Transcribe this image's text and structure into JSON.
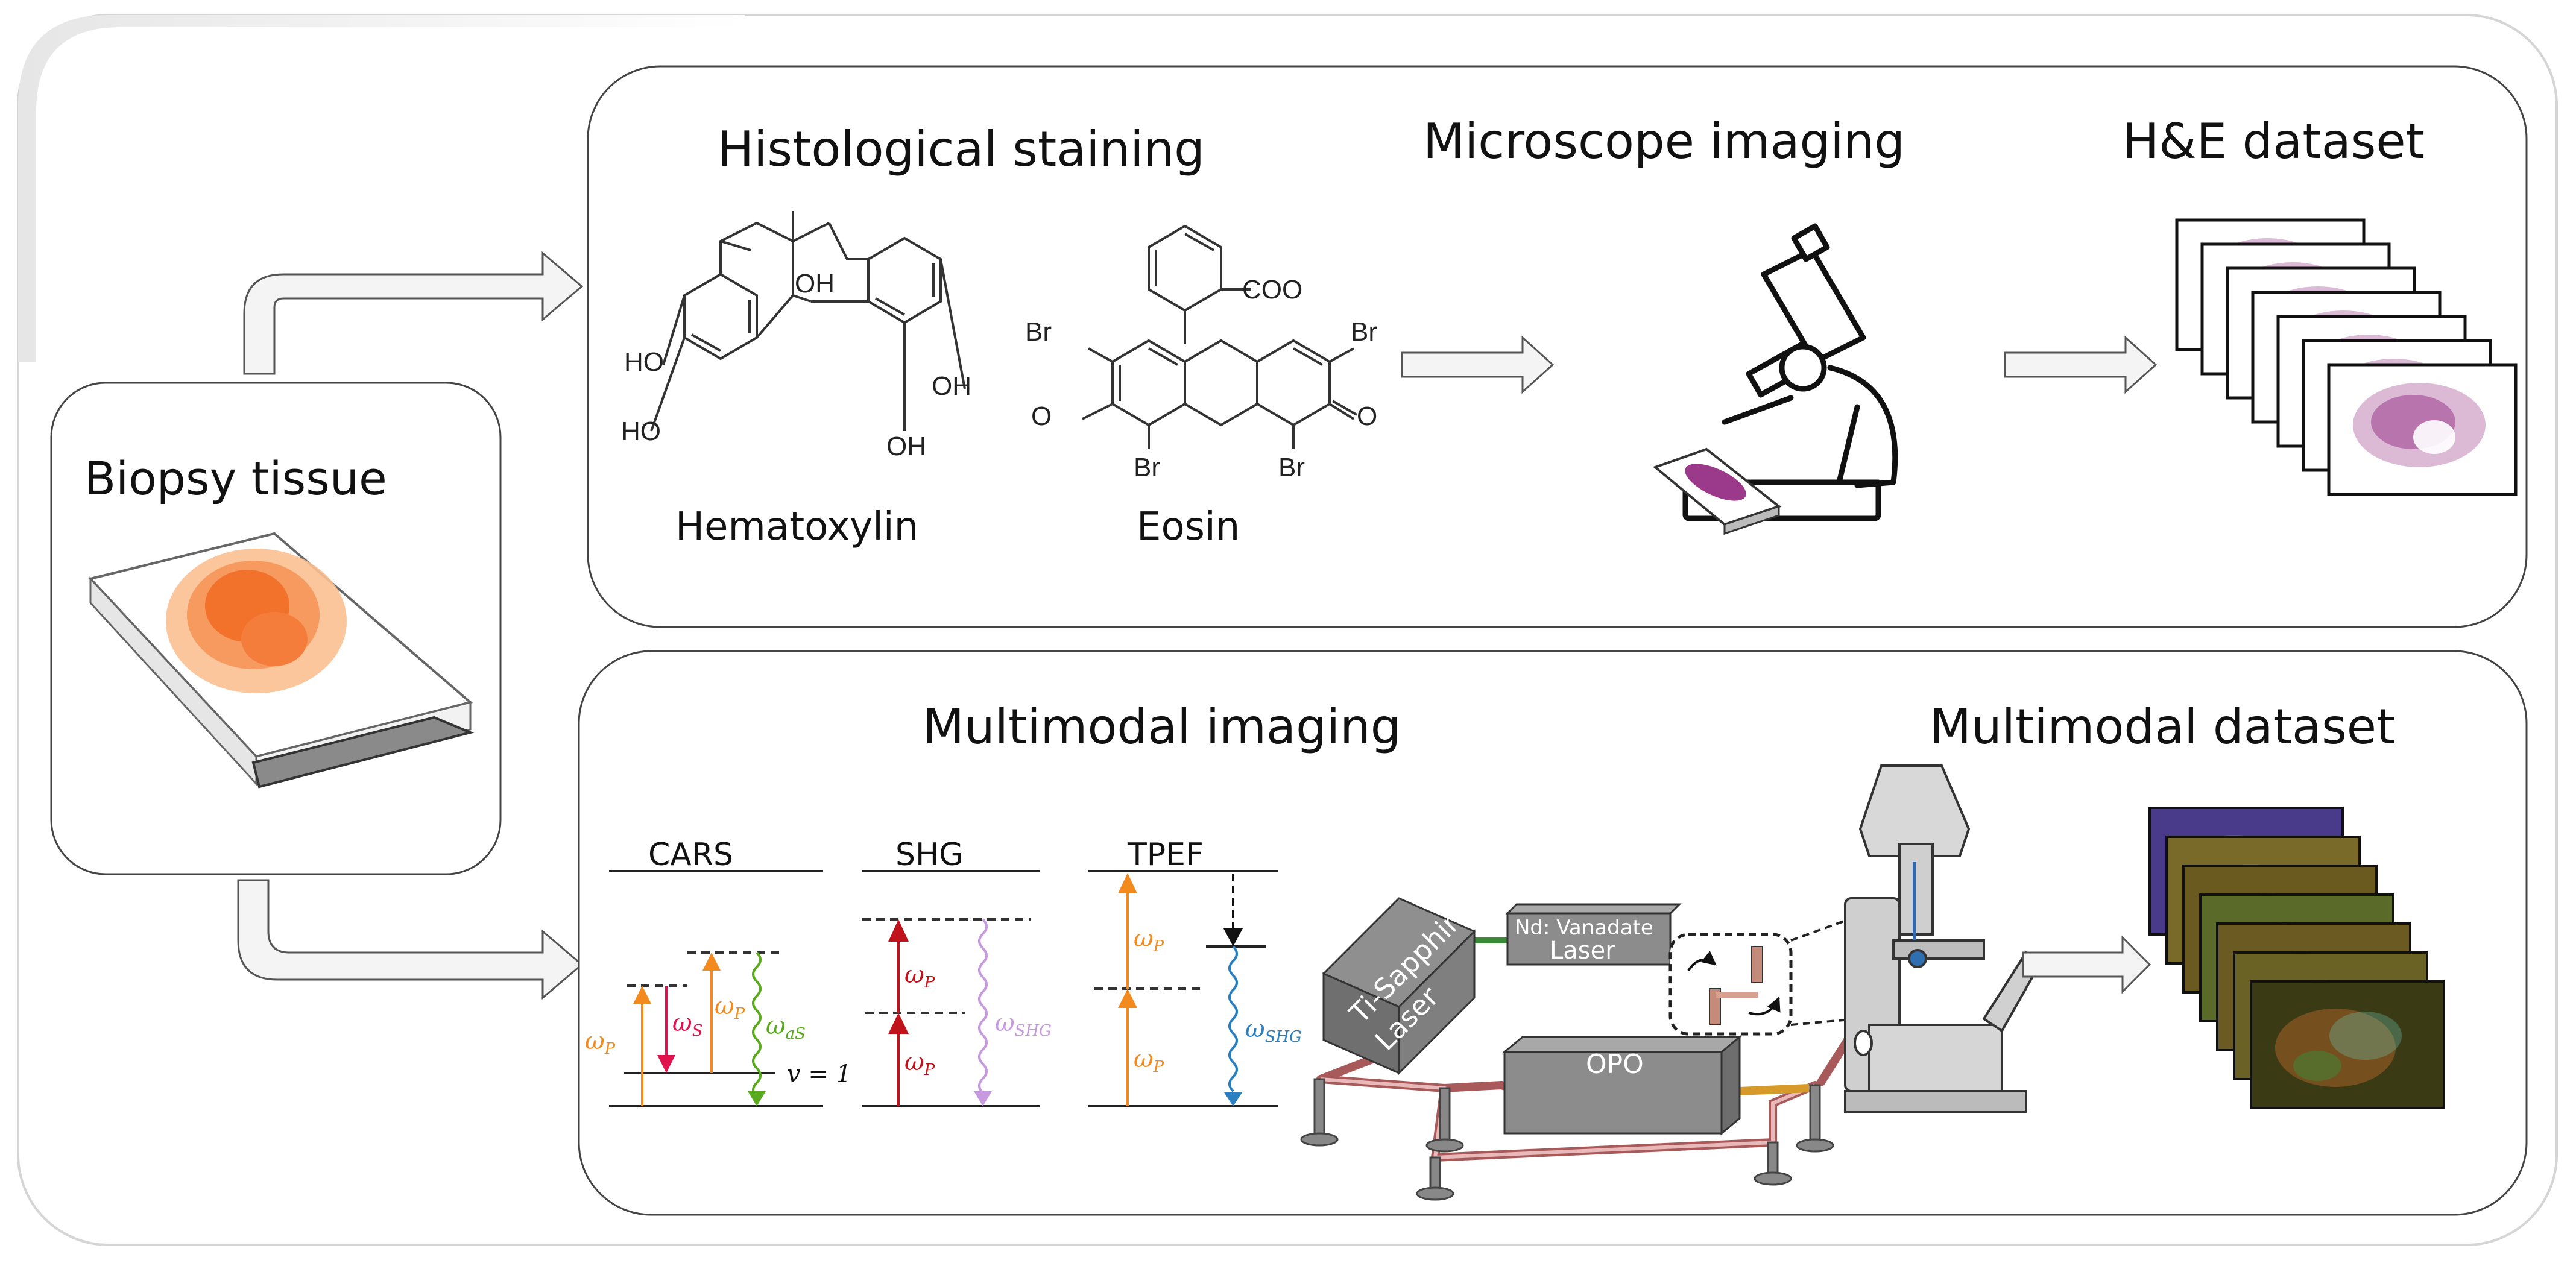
{
  "left_panel": {
    "title": "Biopsy tissue"
  },
  "top_panel": {
    "staining_title": "Histological staining",
    "hematoxylin_label": "Hematoxylin",
    "eosin_label": "Eosin",
    "microscope_title": "Microscope imaging",
    "dataset_title": "H&E dataset",
    "hematoxylin_groups": [
      "OH",
      "HO",
      "OH",
      "HO",
      "OH"
    ],
    "eosin_groups": {
      "carboxylate": "COO",
      "bromine": "Br",
      "ketone": "O",
      "oxide": "O"
    }
  },
  "bottom_panel": {
    "imaging_title": "Multimodal imaging",
    "dataset_title": "Multimodal dataset",
    "cars_label": "CARS",
    "shg_label": "SHG",
    "tpef_label": "TPEF",
    "cars_symbols": {
      "omega": "ω",
      "p": "P",
      "s": "S",
      "as": "aS",
      "level": "v = 1"
    },
    "shg_symbols": {
      "omega": "ω",
      "p": "P",
      "shg": "SHG"
    },
    "tpef_symbols": {
      "omega": "ω",
      "p": "P",
      "shg": "SHG"
    },
    "setup": {
      "ti_sapphire_label": "Ti-Sapphire",
      "ti_laser_label": "Laser",
      "nd_label": "Nd: Vanadate",
      "nd_laser_label": "Laser",
      "opo_label": "OPO"
    }
  },
  "colors": {
    "pump_arrow": "#f28a1e",
    "stokes_arrow": "#e0124e",
    "antistokes_arrow": "#5aaa1e",
    "shg_pump_arrow": "#c0121a",
    "shg_signal_arrow": "#c79ae0",
    "tpef_signal_arrow": "#2a7fc0",
    "tissue_outer": "#fbbf8a",
    "tissue_inner": "#f2712b",
    "he_stain": "#9b3a8a"
  }
}
